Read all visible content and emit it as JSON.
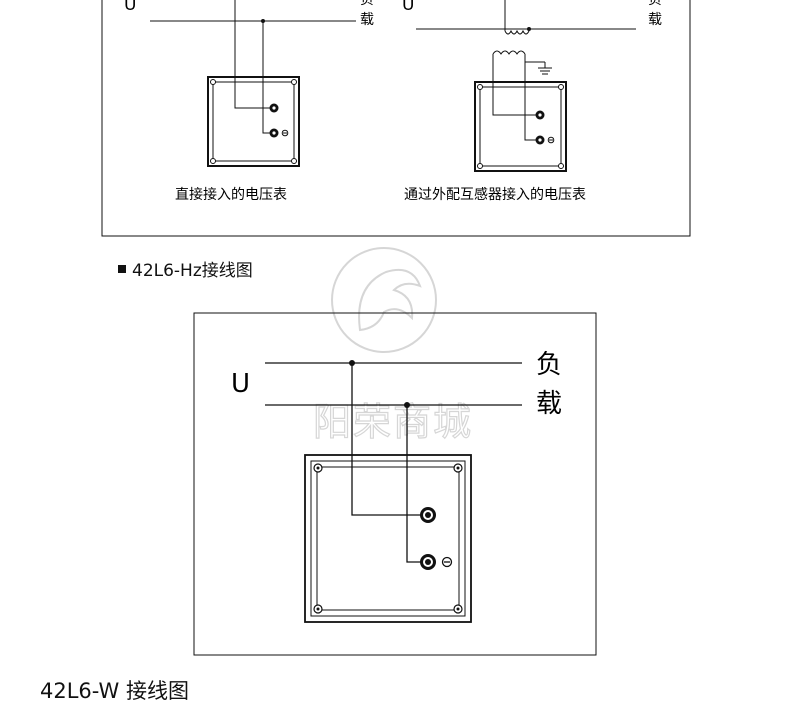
{
  "top_panel": {
    "left_label_u": "U",
    "left_load_chars": [
      "负",
      "载"
    ],
    "left_caption": "直接接入的电压表",
    "right_label_u": "U",
    "right_load_chars": [
      "负",
      "载"
    ],
    "right_caption": "通过外配互感器接入的电压表"
  },
  "section_title": "42L6-Hz接线图",
  "main_diagram": {
    "label_u": "U",
    "load_chars": [
      "负",
      "载"
    ]
  },
  "watermark": {
    "text": "阳荣商城"
  },
  "next_title": "42L6-W 接线图",
  "colors": {
    "line": "#111111",
    "watermark": "#d2d2d2"
  }
}
